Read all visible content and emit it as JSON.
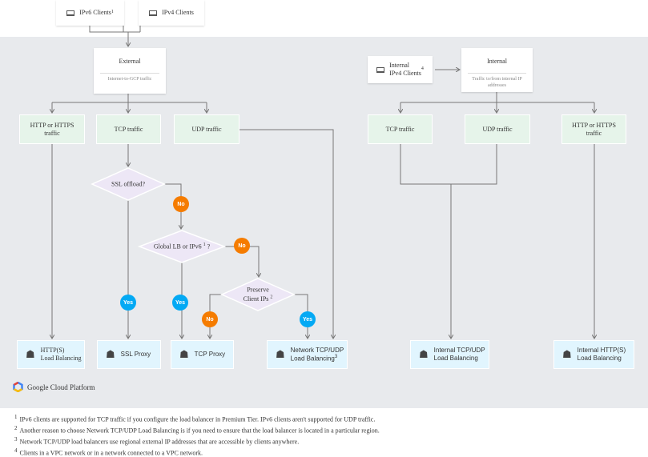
{
  "clients": {
    "ipv6": "IPv6 Clients",
    "ipv6_sup": "1",
    "ipv4": "IPv4 Clients",
    "internal_line1": "Internal",
    "internal_line2": "IPv4 Clients",
    "internal_sup": "4"
  },
  "external": {
    "title": "External",
    "subtitle": "Internet-to-GCP traffic"
  },
  "internal": {
    "title": "Internal",
    "subtitle": "Traffic to/from internal IP addresses"
  },
  "traffic": {
    "ext_http": "HTTP or HTTPS traffic",
    "ext_tcp": "TCP traffic",
    "ext_udp": "UDP traffic",
    "int_tcp": "TCP traffic",
    "int_udp": "UDP traffic",
    "int_http": "HTTP or HTTPS traffic"
  },
  "decisions": {
    "ssl": "SSL offload?",
    "global": "Global LB or IPv6",
    "global_sup": "1",
    "global_q": "?",
    "preserve1": "Preserve",
    "preserve2": "Client IPs",
    "preserve_sup": "2"
  },
  "answers": {
    "no": "No",
    "yes": "Yes"
  },
  "colors": {
    "no": "#f57c00",
    "yes": "#03a9f4",
    "traffic": "#e6f4ea",
    "product": "#e1f5fe",
    "background": "#e8eaed"
  },
  "products": {
    "http1": "HTTP(S)",
    "http2": "Load Balancing",
    "ssl": "SSL Proxy",
    "tcp": "TCP Proxy",
    "net1": "Network TCP/UDP",
    "net2": "Load Balancing",
    "net_sup": "3",
    "itcp1": "Internal TCP/UDP",
    "itcp2": "Load Balancing",
    "ihttp1": "Internal HTTP(S)",
    "ihttp2": "Load Balancing"
  },
  "brand": "Google Cloud Platform",
  "footnotes": [
    {
      "n": "1",
      "text": "IPv6 clients are supported for TCP traffic if you configure the load balancer in Premium Tier. IPv6 clients aren't supported for UDP traffic."
    },
    {
      "n": "2",
      "text": "Another reason to choose Network TCP/UDP Load Balancing is if you need to ensure that the load balancer is located in a particular region."
    },
    {
      "n": "3",
      "text": "Network TCP/UDP load balancers use regional external IP addresses that are accessible by clients anywhere."
    },
    {
      "n": "4",
      "text": "Clients in a VPC network or in a network connected to a VPC network."
    }
  ]
}
